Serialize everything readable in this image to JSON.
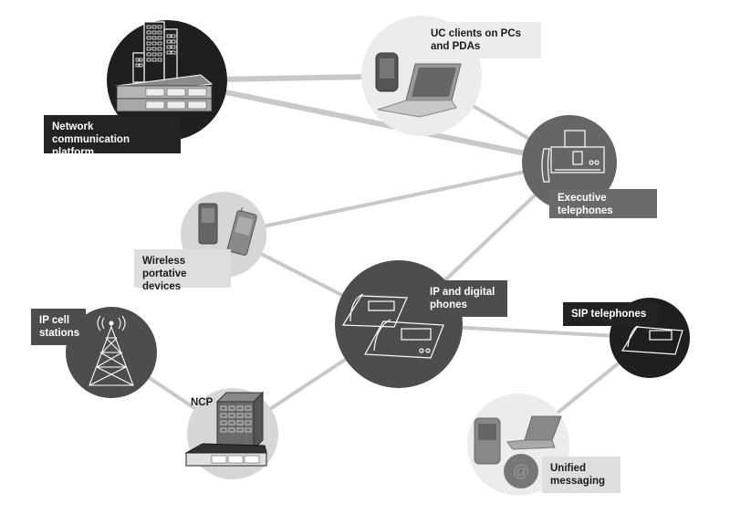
{
  "diagram": {
    "type": "network-topology",
    "nodes": [
      {
        "id": "ncp_platform",
        "label": "Network\ncommunication platform",
        "shade": "black",
        "icon": "building-with-switch-icon"
      },
      {
        "id": "uc_clients",
        "label": "UC clients on PCs\nand PDAs",
        "shade": "very-light",
        "icon": "laptop-and-pda-icon"
      },
      {
        "id": "executive",
        "label": "Executive\ntelephones",
        "shade": "mid",
        "icon": "fax-telephone-icon"
      },
      {
        "id": "wireless",
        "label": "Wireless\nportative devices",
        "shade": "light",
        "icon": "mobile-phones-icon"
      },
      {
        "id": "ip_digital",
        "label": "IP and digital\nphones",
        "shade": "dark",
        "icon": "desk-phones-icon"
      },
      {
        "id": "sip",
        "label": "SIP telephones",
        "shade": "black",
        "icon": "sip-phone-icon"
      },
      {
        "id": "ip_cell",
        "label": "IP cell\nstations",
        "shade": "dark",
        "icon": "cell-tower-icon"
      },
      {
        "id": "ncp",
        "label": "NCP",
        "shade": "light",
        "icon": "building-with-switch-icon"
      },
      {
        "id": "unified",
        "label": "Unified\nmessaging",
        "shade": "very-light",
        "icon": "messaging-devices-icon"
      }
    ],
    "edges": [
      {
        "from": "ncp_platform",
        "to": "uc_clients"
      },
      {
        "from": "ncp_platform",
        "to": "executive"
      },
      {
        "from": "uc_clients",
        "to": "executive"
      },
      {
        "from": "wireless",
        "to": "executive"
      },
      {
        "from": "ip_digital",
        "to": "executive"
      },
      {
        "from": "wireless",
        "to": "ip_digital"
      },
      {
        "from": "ip_digital",
        "to": "sip"
      },
      {
        "from": "ip_digital",
        "to": "ncp"
      },
      {
        "from": "ip_cell",
        "to": "ncp"
      },
      {
        "from": "sip",
        "to": "unified"
      }
    ]
  },
  "colors": {
    "black": "#1f1f1f",
    "dark": "#4d4d4d",
    "mid": "#666666",
    "light": "#d6d6d6",
    "very-light": "#ececec",
    "edge": "#c8c8c8",
    "icon_stroke_dark": "#ffffff",
    "icon_fill_light": "#5a5a5a"
  }
}
